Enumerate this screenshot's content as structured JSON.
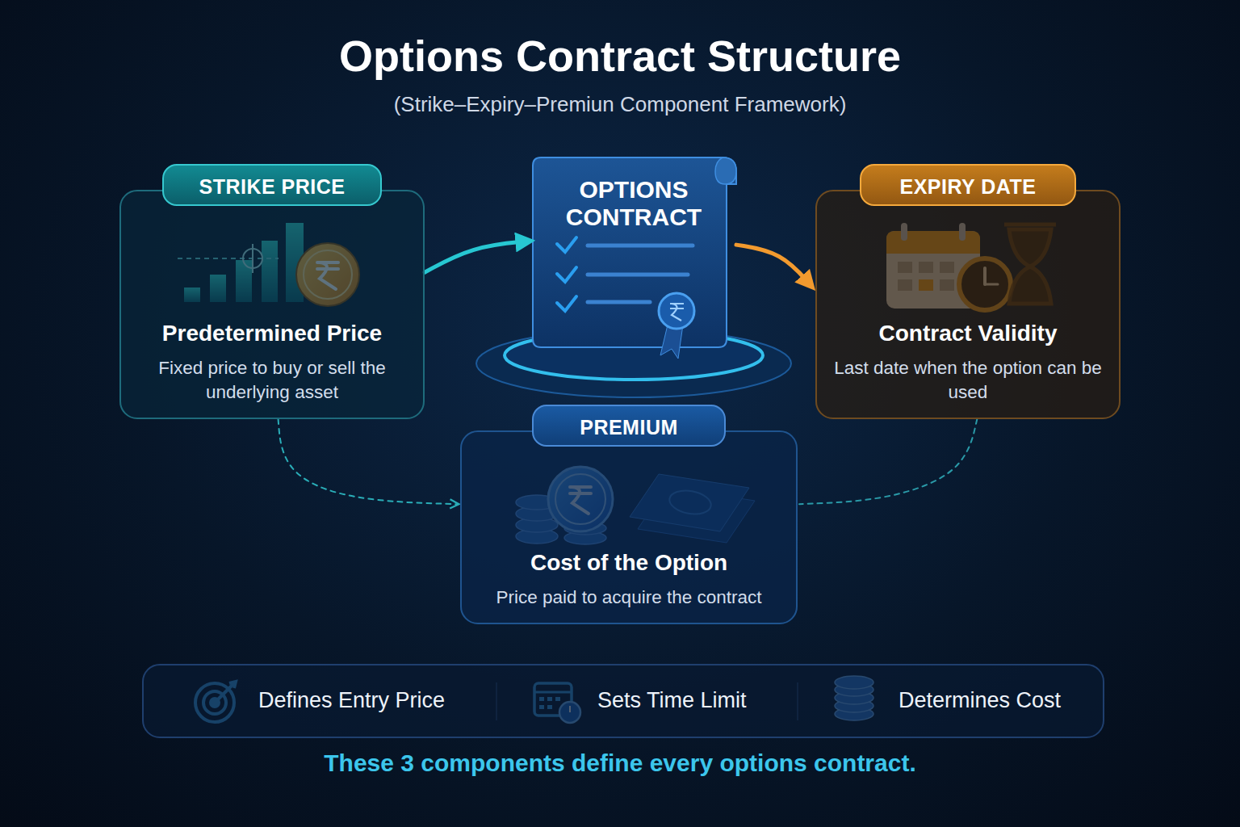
{
  "diagram": {
    "title": "Options Contract Structure",
    "caption": "These 3 components define every options contract.",
    "nodes": [
      {
        "text": [
          "STRIKE PRICE",
          "Predetermined Price",
          "Fixed price to buy or sell the underlying asset"
        ]
      },
      {
        "text": [
          "OPTIONS CONTRACT"
        ]
      },
      {
        "text": [
          "EXPIRY DATE",
          "Contract Validity",
          "Last date when the option can be used"
        ]
      },
      {
        "text": [
          "PREMIUM",
          "Cost of the Option",
          "Price paid to acquire the contract"
        ]
      },
      {
        "text": [
          "Defines Entry Price",
          "Sets Time Limit",
          "Determines Cost"
        ]
      }
    ],
    "edges": [
      {
        "from": 0,
        "to": 1,
        "arrow": "to"
      },
      {
        "from": 1,
        "to": 2,
        "arrow": "to"
      },
      {
        "from": 0,
        "to": 3,
        "arrow": "to"
      },
      {
        "from": 2,
        "to": 3,
        "arrow": "none"
      }
    ],
    "labels": [
      "(Strike–Expiry–Premiun Component Framework)"
    ]
  }
}
